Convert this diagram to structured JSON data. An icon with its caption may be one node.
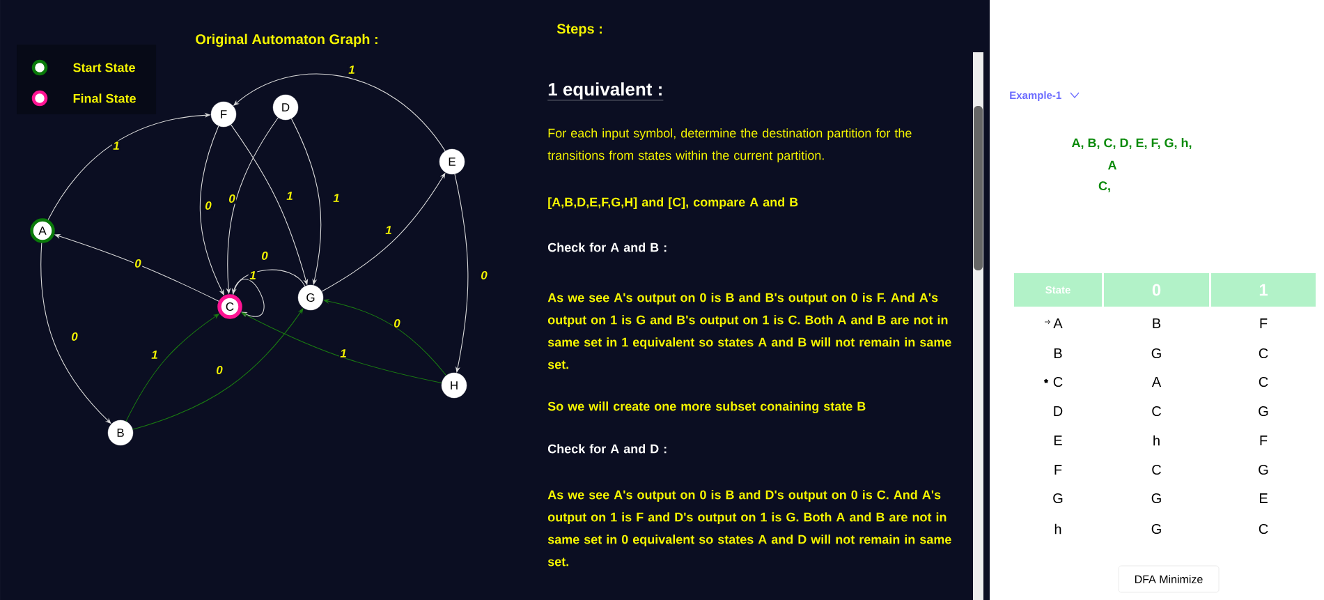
{
  "diagram": {
    "title": "Original Automaton Graph :",
    "nodes": [
      {
        "text": [
          "A"
        ]
      },
      {
        "text": [
          "B"
        ]
      },
      {
        "text": [
          "C"
        ]
      },
      {
        "text": [
          "D"
        ]
      },
      {
        "text": [
          "E"
        ]
      },
      {
        "text": [
          "F"
        ]
      },
      {
        "text": [
          "G"
        ]
      },
      {
        "text": [
          "H"
        ]
      }
    ],
    "edges": [
      {
        "from": 0,
        "to": 1,
        "label": "0",
        "arrow": "to"
      },
      {
        "from": 0,
        "to": 5,
        "label": "1",
        "arrow": "to"
      },
      {
        "from": 1,
        "to": 6,
        "label": "0",
        "arrow": "to",
        "color": "#1a7a12"
      },
      {
        "from": 1,
        "to": 2,
        "label": "1",
        "arrow": "to",
        "color": "#1a7a12"
      },
      {
        "from": 2,
        "to": 0,
        "label": "0",
        "arrow": "to"
      },
      {
        "from": 2,
        "to": 2,
        "label": "1",
        "arrow": "to"
      },
      {
        "from": 3,
        "to": 2,
        "label": "0",
        "arrow": "to"
      },
      {
        "from": 3,
        "to": 6,
        "label": "1",
        "arrow": "to"
      },
      {
        "from": 4,
        "to": 7,
        "label": "0",
        "arrow": "to"
      },
      {
        "from": 4,
        "to": 5,
        "label": "1",
        "arrow": "to"
      },
      {
        "from": 5,
        "to": 2,
        "label": "0",
        "arrow": "to"
      },
      {
        "from": 5,
        "to": 6,
        "label": "1",
        "arrow": "to"
      },
      {
        "from": 6,
        "to": 2,
        "label": "0",
        "arrow": "to"
      },
      {
        "from": 6,
        "to": 4,
        "label": "1",
        "arrow": "to"
      },
      {
        "from": 7,
        "to": 6,
        "label": "0",
        "arrow": "to",
        "color": "#1a7a12"
      },
      {
        "from": 7,
        "to": 2,
        "label": "1",
        "arrow": "to",
        "color": "#1a7a12"
      }
    ],
    "labels": [
      "Steps :",
      "1 equivalent :",
      "For each input symbol, determine the destination partition for the transitions from states within the current partition.",
      "[A,B,D,E,F,G,H] and [C], compare A and B",
      "Check for A and B :",
      "As we see A's output on 0 is B and B's output on 0 is F. And A's output on 1 is G and B's output on 1 is C. Both A and B are not in same set in 1 equivalent so states A and B will not remain in same set.",
      "So we will create one more subset conaining state B",
      "Check for A and D :",
      "As we see A's output on 0 is B and D's output on 0 is C. And A's output on 1 is F and D's output on 1 is G. Both A and B are not in same set in 0 equivalent so states A and D will not remain in same set.",
      "Example-1",
      "A, B, C, D, E, F, G, h,",
      "A",
      "C,",
      "State",
      "0",
      "1",
      "A",
      "B",
      "F",
      "B",
      "G",
      "C",
      "C",
      "A",
      "C",
      "D",
      "C",
      "G",
      "E",
      "h",
      "F",
      "F",
      "C",
      "G",
      "G",
      "G",
      "E",
      "h",
      "G",
      "C",
      "DFA Minimize"
    ],
    "legend": [
      {
        "text": "Start State"
      },
      {
        "text": "Final State"
      }
    ]
  }
}
